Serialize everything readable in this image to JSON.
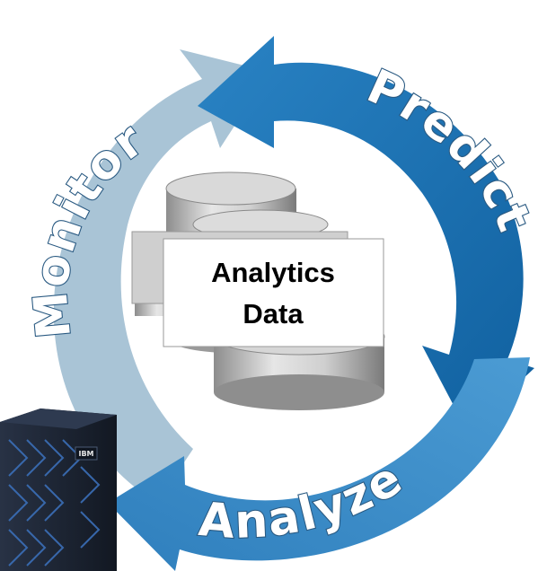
{
  "cycle": {
    "stages": [
      {
        "label": "Predict",
        "color": "#1a6fb0"
      },
      {
        "label": "Analyze",
        "color": "#3f8fc8"
      },
      {
        "label": "Monitor",
        "color": "#a9c4d6"
      }
    ]
  },
  "center": {
    "line1": "Analytics",
    "line2": "Data"
  },
  "server": {
    "logo": "IBM"
  },
  "colors": {
    "predict_arrow": "#1a6fb0",
    "analyze_arrow": "#3f8fc8",
    "monitor_arrow": "#a9c4d6",
    "cylinder": "#bdbdbd",
    "server_body": "#1b2230",
    "server_accent": "#3b6fb8"
  }
}
